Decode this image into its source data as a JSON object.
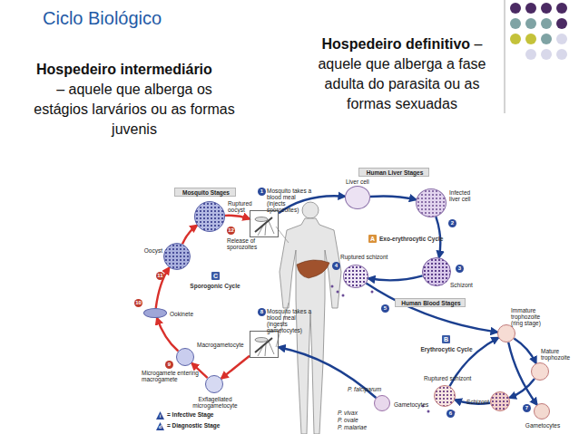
{
  "diagram": {
    "title": "Ciclo Biológico",
    "nodes": [
      {
        "text": [
          "Mosquito Stages"
        ]
      },
      {
        "text": [
          "Human Liver Stages"
        ]
      },
      {
        "text": [
          "Human Blood Stages"
        ]
      },
      {
        "text": [
          "Ruptured oocyst"
        ]
      },
      {
        "text": [
          "Oocyst"
        ]
      },
      {
        "text": [
          "Ookinete"
        ]
      },
      {
        "text": [
          "Macrogametocyte"
        ]
      },
      {
        "text": [
          "Exflagellated microgametocyte"
        ]
      },
      {
        "text": [
          "Mosquito takes a blood meal (injects sporozoites)"
        ]
      },
      {
        "text": [
          "Mosquito takes a blood meal (ingests gametocytes)"
        ]
      },
      {
        "text": [
          "Liver cell"
        ]
      },
      {
        "text": [
          "Infected liver cell"
        ]
      },
      {
        "text": [
          "Schizont"
        ]
      },
      {
        "text": [
          "Ruptured schizont"
        ]
      },
      {
        "text": [
          "Immature trophozoite (ring stage)"
        ]
      },
      {
        "text": [
          "Mature trophozoite"
        ]
      },
      {
        "text": [
          "Schizont"
        ]
      },
      {
        "text": [
          "Ruptured schizont"
        ]
      },
      {
        "text": [
          "Gametocytes"
        ]
      },
      {
        "text": [
          "Gametocytes"
        ]
      }
    ],
    "edges": [
      {
        "from": 9,
        "to": 7,
        "arrow": "to"
      },
      {
        "from": 7,
        "to": 6,
        "arrow": "to"
      },
      {
        "from": 6,
        "to": 5,
        "arrow": "to"
      },
      {
        "from": 5,
        "to": 4,
        "arrow": "to"
      },
      {
        "from": 4,
        "to": 3,
        "arrow": "to"
      },
      {
        "from": 3,
        "to": 8,
        "arrow": "to"
      },
      {
        "from": 8,
        "to": 10,
        "arrow": "to"
      },
      {
        "from": 10,
        "to": 11,
        "arrow": "to"
      },
      {
        "from": 11,
        "to": 12,
        "arrow": "to"
      },
      {
        "from": 12,
        "to": 13,
        "arrow": "to"
      },
      {
        "from": 13,
        "to": 14,
        "arrow": "to"
      },
      {
        "from": 14,
        "to": 15,
        "arrow": "to"
      },
      {
        "from": 15,
        "to": 16,
        "arrow": "to"
      },
      {
        "from": 16,
        "to": 17,
        "arrow": "to"
      },
      {
        "from": 17,
        "to": 14,
        "arrow": "to"
      },
      {
        "from": 14,
        "to": 18,
        "arrow": "to"
      },
      {
        "from": 19,
        "to": 9,
        "arrow": "to"
      }
    ],
    "labels": [
      "Hospedeiro intermediário",
      "– aquele que alberga os estágios larvários ou as formas juvenis",
      "Hospedeiro definitivo",
      "– aquele que alberga a fase adulta do parasita ou as formas sexuadas",
      "Release of sporozoites",
      "Microgamete entering macrogamete",
      "Sporogonic Cycle",
      "Exo-erythrocytic Cycle",
      "Erythrocytic Cycle",
      "P. falciparum",
      "P. vivax",
      "P. ovale",
      "P. malariae",
      "1",
      "2",
      "3",
      "4",
      "5",
      "6",
      "7",
      "8",
      "9",
      "10",
      "11",
      "12",
      "A",
      "B",
      "C",
      "i",
      "d"
    ],
    "legend": [
      {
        "text": "= Infective Stage"
      },
      {
        "text": "= Diagnostic Stage"
      }
    ]
  }
}
